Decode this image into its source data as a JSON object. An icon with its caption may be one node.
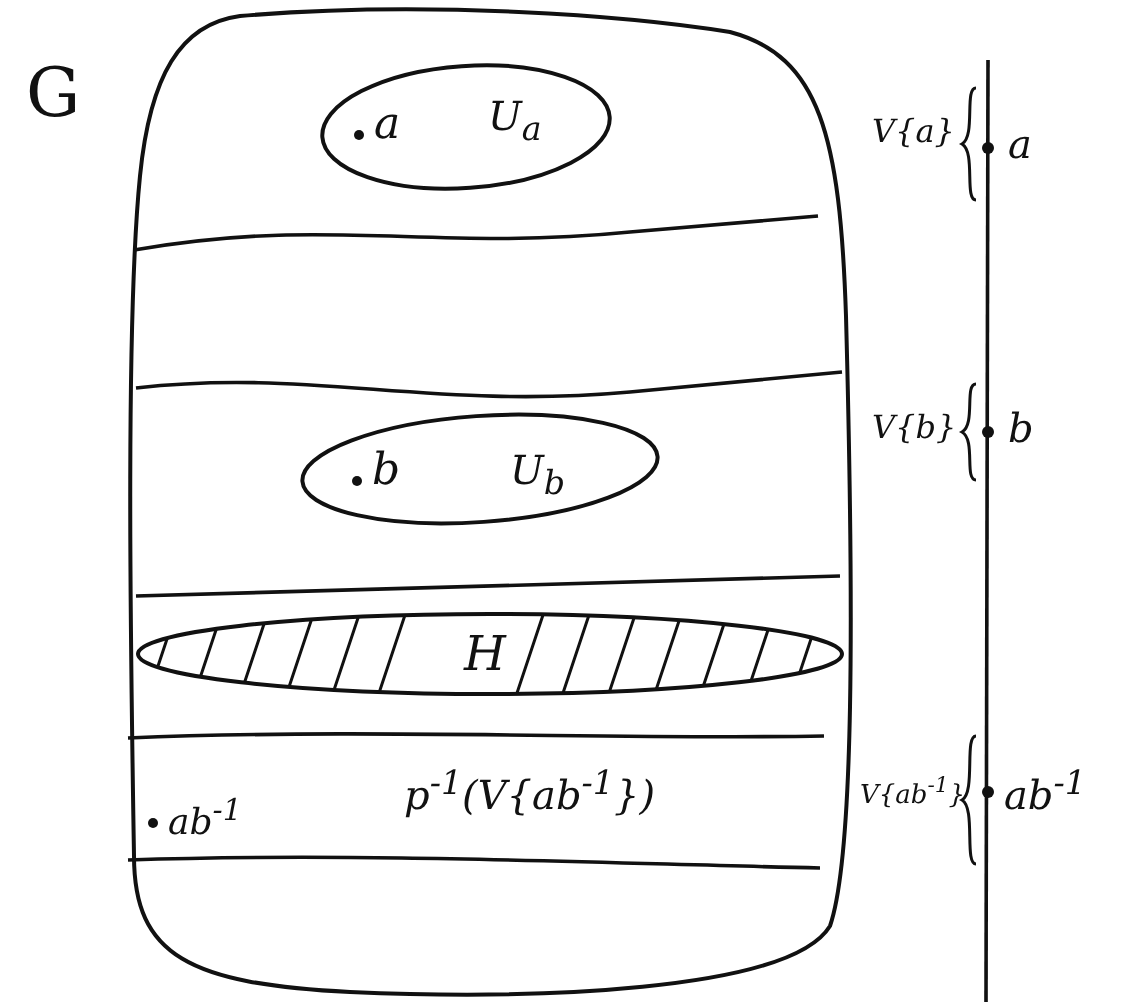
{
  "diagram": {
    "nodes": [
      {
        "text": [
          "G"
        ]
      },
      {
        "text": [
          "a",
          "U$_{a}$"
        ],
        "in": 0
      },
      {
        "text": [
          "b",
          "U$_{b}$"
        ],
        "in": 0
      },
      {
        "text": [
          "H"
        ],
        "in": 0
      },
      {
        "text": [
          "ab$^{-1}$",
          "p$^{-1}$(V{ab$^{-1}$})"
        ],
        "in": 0
      }
    ],
    "labels": [
      "V{a}",
      "a",
      "V{b}",
      "b",
      "V{ab$^{-1}$}",
      "ab$^{-1}$"
    ]
  }
}
